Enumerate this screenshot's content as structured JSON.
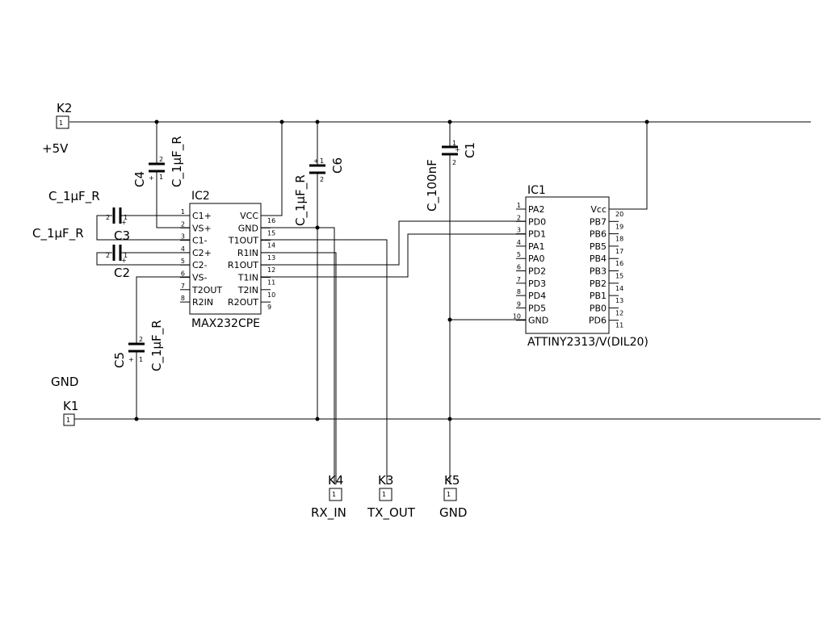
{
  "connectors": {
    "k2": {
      "name": "K2",
      "pin": "1",
      "net": "+5V"
    },
    "k1": {
      "name": "K1",
      "pin": "1",
      "net": "GND"
    },
    "k4": {
      "name": "K4",
      "pin": "1",
      "net": "RX_IN"
    },
    "k3": {
      "name": "K3",
      "pin": "1",
      "net": "TX_OUT"
    },
    "k5": {
      "name": "K5",
      "pin": "1",
      "net": "GND"
    }
  },
  "capacitors": {
    "c4": {
      "name": "C4",
      "value": "C_1μF_R",
      "pin_pos": "1",
      "pin_neg": "2",
      "polarity": "+"
    },
    "c6": {
      "name": "C6",
      "value": "C_1μF_R",
      "pin_pos": "1",
      "pin_neg": "2",
      "polarity": "+"
    },
    "c1": {
      "name": "C1",
      "value": "C_100nF",
      "pin_pos": "1",
      "pin_neg": "2",
      "polarity": "+"
    },
    "c3": {
      "name": "C3",
      "value": "C_1μF_R",
      "pin_pos": "1",
      "pin_neg": "2",
      "polarity": "+"
    },
    "c2": {
      "name": "C2",
      "value": "C_1μF_R",
      "pin_pos": "1",
      "pin_neg": "2",
      "polarity": "+"
    },
    "c5": {
      "name": "C5",
      "value": "C_1μF_R",
      "pin_pos": "1",
      "pin_neg": "2",
      "polarity": "+"
    }
  },
  "ic2": {
    "ref": "IC2",
    "part": "MAX232CPE",
    "left_pins": [
      {
        "num": "1",
        "name": "C1+"
      },
      {
        "num": "2",
        "name": "VS+"
      },
      {
        "num": "3",
        "name": "C1-"
      },
      {
        "num": "4",
        "name": "C2+"
      },
      {
        "num": "5",
        "name": "C2-"
      },
      {
        "num": "6",
        "name": "VS-"
      },
      {
        "num": "7",
        "name": "T2OUT"
      },
      {
        "num": "8",
        "name": "R2IN"
      }
    ],
    "right_pins": [
      {
        "num": "16",
        "name": "VCC"
      },
      {
        "num": "15",
        "name": "GND"
      },
      {
        "num": "14",
        "name": "T1OUT"
      },
      {
        "num": "13",
        "name": "R1IN"
      },
      {
        "num": "12",
        "name": "R1OUT"
      },
      {
        "num": "11",
        "name": "T1IN"
      },
      {
        "num": "10",
        "name": "T2IN"
      },
      {
        "num": "9",
        "name": "R2OUT"
      }
    ]
  },
  "ic1": {
    "ref": "IC1",
    "part": "ATTINY2313/V(DIL20)",
    "left_pins": [
      {
        "num": "1",
        "name": "PA2"
      },
      {
        "num": "2",
        "name": "PD0"
      },
      {
        "num": "3",
        "name": "PD1"
      },
      {
        "num": "4",
        "name": "PA1"
      },
      {
        "num": "5",
        "name": "PA0"
      },
      {
        "num": "6",
        "name": "PD2"
      },
      {
        "num": "7",
        "name": "PD3"
      },
      {
        "num": "8",
        "name": "PD4"
      },
      {
        "num": "9",
        "name": "PD5"
      },
      {
        "num": "10",
        "name": "GND"
      }
    ],
    "right_pins": [
      {
        "num": "20",
        "name": "Vcc"
      },
      {
        "num": "19",
        "name": "PB7"
      },
      {
        "num": "18",
        "name": "PB6"
      },
      {
        "num": "17",
        "name": "PB5"
      },
      {
        "num": "16",
        "name": "PB4"
      },
      {
        "num": "15",
        "name": "PB3"
      },
      {
        "num": "14",
        "name": "PB2"
      },
      {
        "num": "13",
        "name": "PB1"
      },
      {
        "num": "12",
        "name": "PB0"
      },
      {
        "num": "11",
        "name": "PD6"
      }
    ]
  }
}
